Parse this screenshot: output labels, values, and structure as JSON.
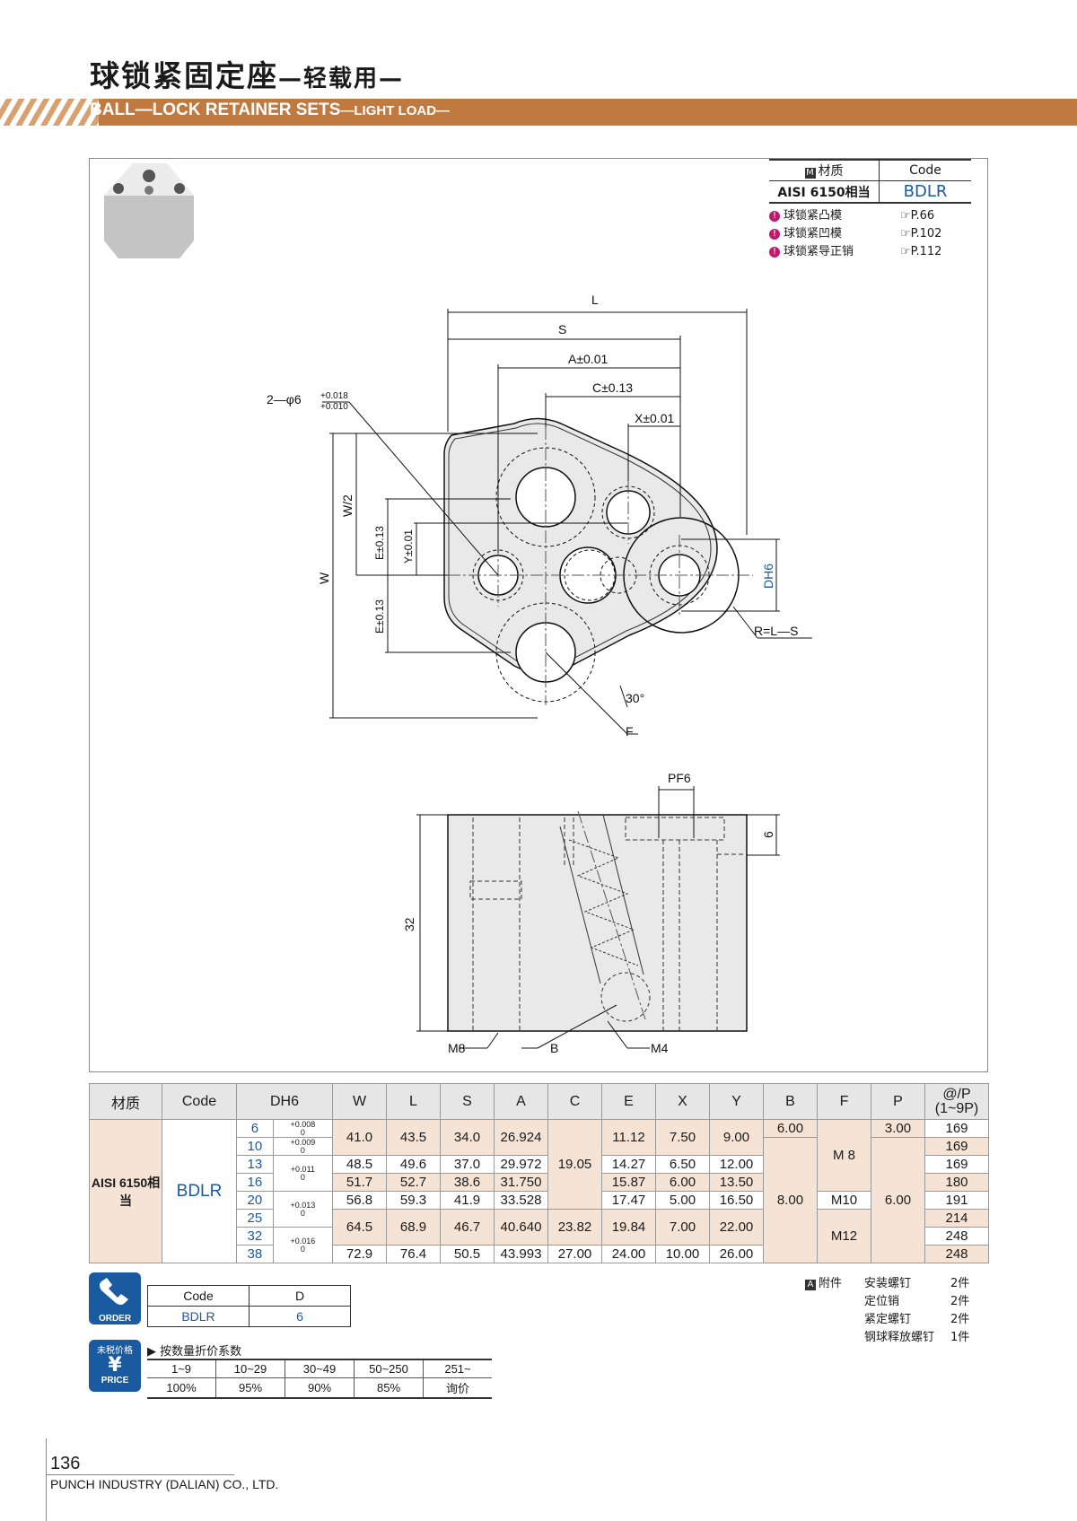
{
  "title": {
    "cn": "球锁紧固定座",
    "cn_sub": "—轻载用—",
    "en": "BALL—LOCK RETAINER SETS",
    "en_sub": "—LIGHT  LOAD—"
  },
  "material_box": {
    "mat_label": "材质",
    "code_label": "Code",
    "material": "AISI 6150相当",
    "code": "BDLR"
  },
  "refs": [
    {
      "label": "球锁紧凸模",
      "page": "P.66"
    },
    {
      "label": "球锁紧凹模",
      "page": "P.102"
    },
    {
      "label": "球锁紧导正销",
      "page": "P.112"
    }
  ],
  "drawing": {
    "L": "L",
    "S": "S",
    "A": "A±0.01",
    "C": "C±0.13",
    "X": "X±0.01",
    "holes": "2—φ6",
    "holes_tol_up": "+0.018",
    "holes_tol_dn": "+0.010",
    "W2": "W/2",
    "W": "W",
    "E": "E±0.13",
    "Y": "Y±0.01",
    "D": "DH6",
    "R": "R=L—S",
    "angle": "30°",
    "F": "F",
    "P": "PF6",
    "six": "6",
    "h32": "32",
    "M8": "M8",
    "B": "B",
    "M4": "M4"
  },
  "spec_table": {
    "headers": [
      "材质",
      "Code",
      "DH6",
      "W",
      "L",
      "S",
      "A",
      "C",
      "E",
      "X",
      "Y",
      "B",
      "F",
      "P",
      "@/P\n(1~9P)"
    ],
    "material": "AISI 6150相当",
    "code": "BDLR",
    "tol": [
      "+0.008\n0",
      "+0.009\n0",
      "+0.011\n0",
      "+0.013\n0",
      "+0.016\n0"
    ],
    "d": [
      "6",
      "10",
      "13",
      "16",
      "20",
      "25",
      "32",
      "38"
    ],
    "W": [
      "41.0",
      "48.5",
      "51.7",
      "56.8",
      "64.5",
      "72.9"
    ],
    "L": [
      "43.5",
      "49.6",
      "52.7",
      "59.3",
      "68.9",
      "76.4"
    ],
    "S": [
      "34.0",
      "37.0",
      "38.6",
      "41.9",
      "46.7",
      "50.5"
    ],
    "A": [
      "26.924",
      "29.972",
      "31.750",
      "33.528",
      "40.640",
      "43.993"
    ],
    "C": [
      "19.05",
      "23.82",
      "27.00"
    ],
    "E": [
      "11.12",
      "14.27",
      "15.87",
      "17.47",
      "19.84",
      "24.00"
    ],
    "X": [
      "7.50",
      "6.50",
      "6.00",
      "5.00",
      "7.00",
      "10.00"
    ],
    "Y": [
      "9.00",
      "12.00",
      "13.50",
      "16.50",
      "22.00",
      "26.00"
    ],
    "B": [
      "6.00",
      "8.00"
    ],
    "F": [
      "M 8",
      "M10",
      "M12"
    ],
    "P": [
      "3.00",
      "6.00"
    ],
    "price": [
      "169",
      "169",
      "169",
      "180",
      "191",
      "214",
      "248",
      "248"
    ]
  },
  "order": {
    "icon_label": "ORDER",
    "code_label": "Code",
    "d_label": "D",
    "code": "BDLR",
    "d": "6"
  },
  "price": {
    "icon_top": "未税价格",
    "icon_label": "PRICE",
    "title": "▶ 按数量折价系数",
    "qty": [
      "1~9",
      "10~29",
      "30~49",
      "50~250",
      "251~"
    ],
    "rate": [
      "100%",
      "95%",
      "90%",
      "85%",
      "询价"
    ]
  },
  "accessories": {
    "badge": "A",
    "title": "附件",
    "items": [
      {
        "name": "安装螺钉",
        "qty": "2件"
      },
      {
        "name": "定位销",
        "qty": "2件"
      },
      {
        "name": "紧定螺钉",
        "qty": "2件"
      },
      {
        "name": "钢球释放螺钉",
        "qty": "1件"
      }
    ]
  },
  "footer": {
    "page": "136",
    "company": "PUNCH INDUSTRY (DALIAN) CO., LTD."
  }
}
